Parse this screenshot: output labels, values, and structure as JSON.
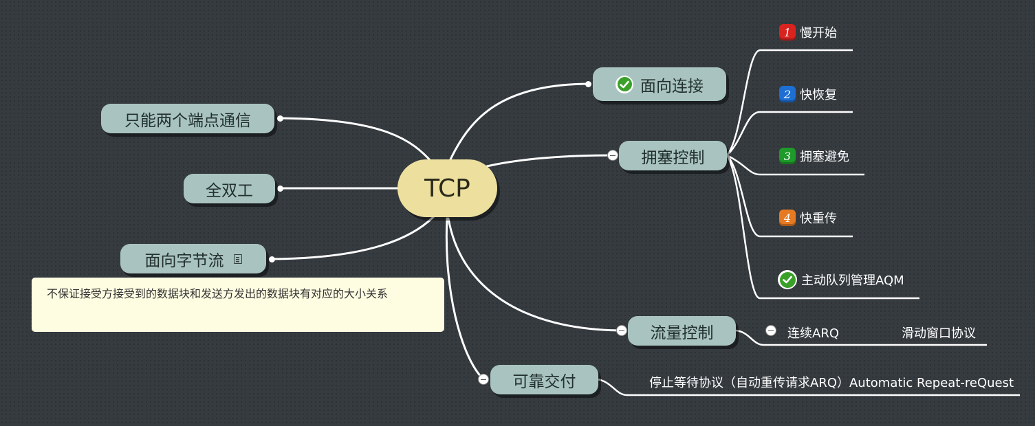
{
  "root": {
    "label": "TCP"
  },
  "left_topics": [
    {
      "label": "只能两个端点通信"
    },
    {
      "label": "全双工"
    },
    {
      "label": "面向字节流",
      "icon": "note-icon"
    }
  ],
  "note": {
    "text": "不保证接受方接受到的数据块和发送方发出的数据块有对应的大小关系"
  },
  "right_topics": {
    "connection": {
      "label": "面向连接",
      "icon": "check-icon"
    },
    "congestion": {
      "label": "拥塞控制",
      "children": [
        {
          "label": "慢开始",
          "badge": "1",
          "color": "#d8231f"
        },
        {
          "label": "快恢复",
          "badge": "2",
          "color": "#1d6fd4"
        },
        {
          "label": "拥塞避免",
          "badge": "3",
          "color": "#1e9a2a"
        },
        {
          "label": "快重传",
          "badge": "4",
          "color": "#e67a22"
        },
        {
          "label": "主动队列管理AQM",
          "icon": "check-icon"
        }
      ]
    },
    "flow": {
      "label": "流量控制",
      "child": {
        "label": "连续ARQ",
        "child": {
          "label": "滑动窗口协议"
        }
      }
    },
    "reliable": {
      "label": "可靠交付",
      "child": {
        "label": "停止等待协议（自动重传请求ARQ）Automatic Repeat-reQuest"
      }
    }
  },
  "colors": {
    "background": "#363b40",
    "topic": "#a9c4c0",
    "root": "#ede09e",
    "note": "#fefde2",
    "link": "#ffffff"
  }
}
